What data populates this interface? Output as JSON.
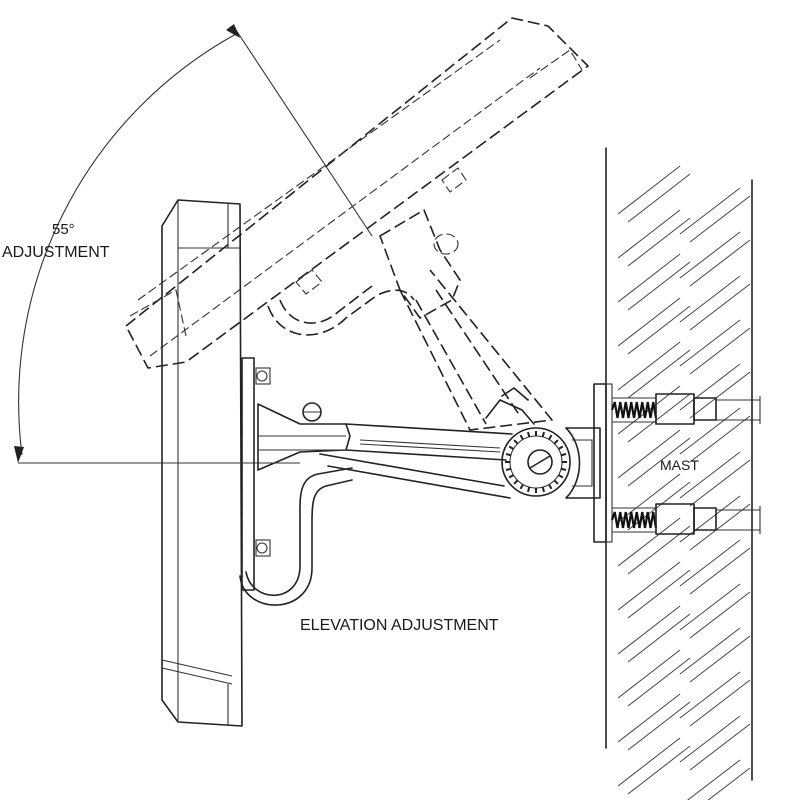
{
  "labels": {
    "angle_value": "55°",
    "angle_label": "ADJUSTMENT",
    "elevation_label": "ELEVATION ADJUSTMENT",
    "mast_label": "MAST"
  },
  "colors": {
    "line": "#222222",
    "background": "#ffffff"
  }
}
